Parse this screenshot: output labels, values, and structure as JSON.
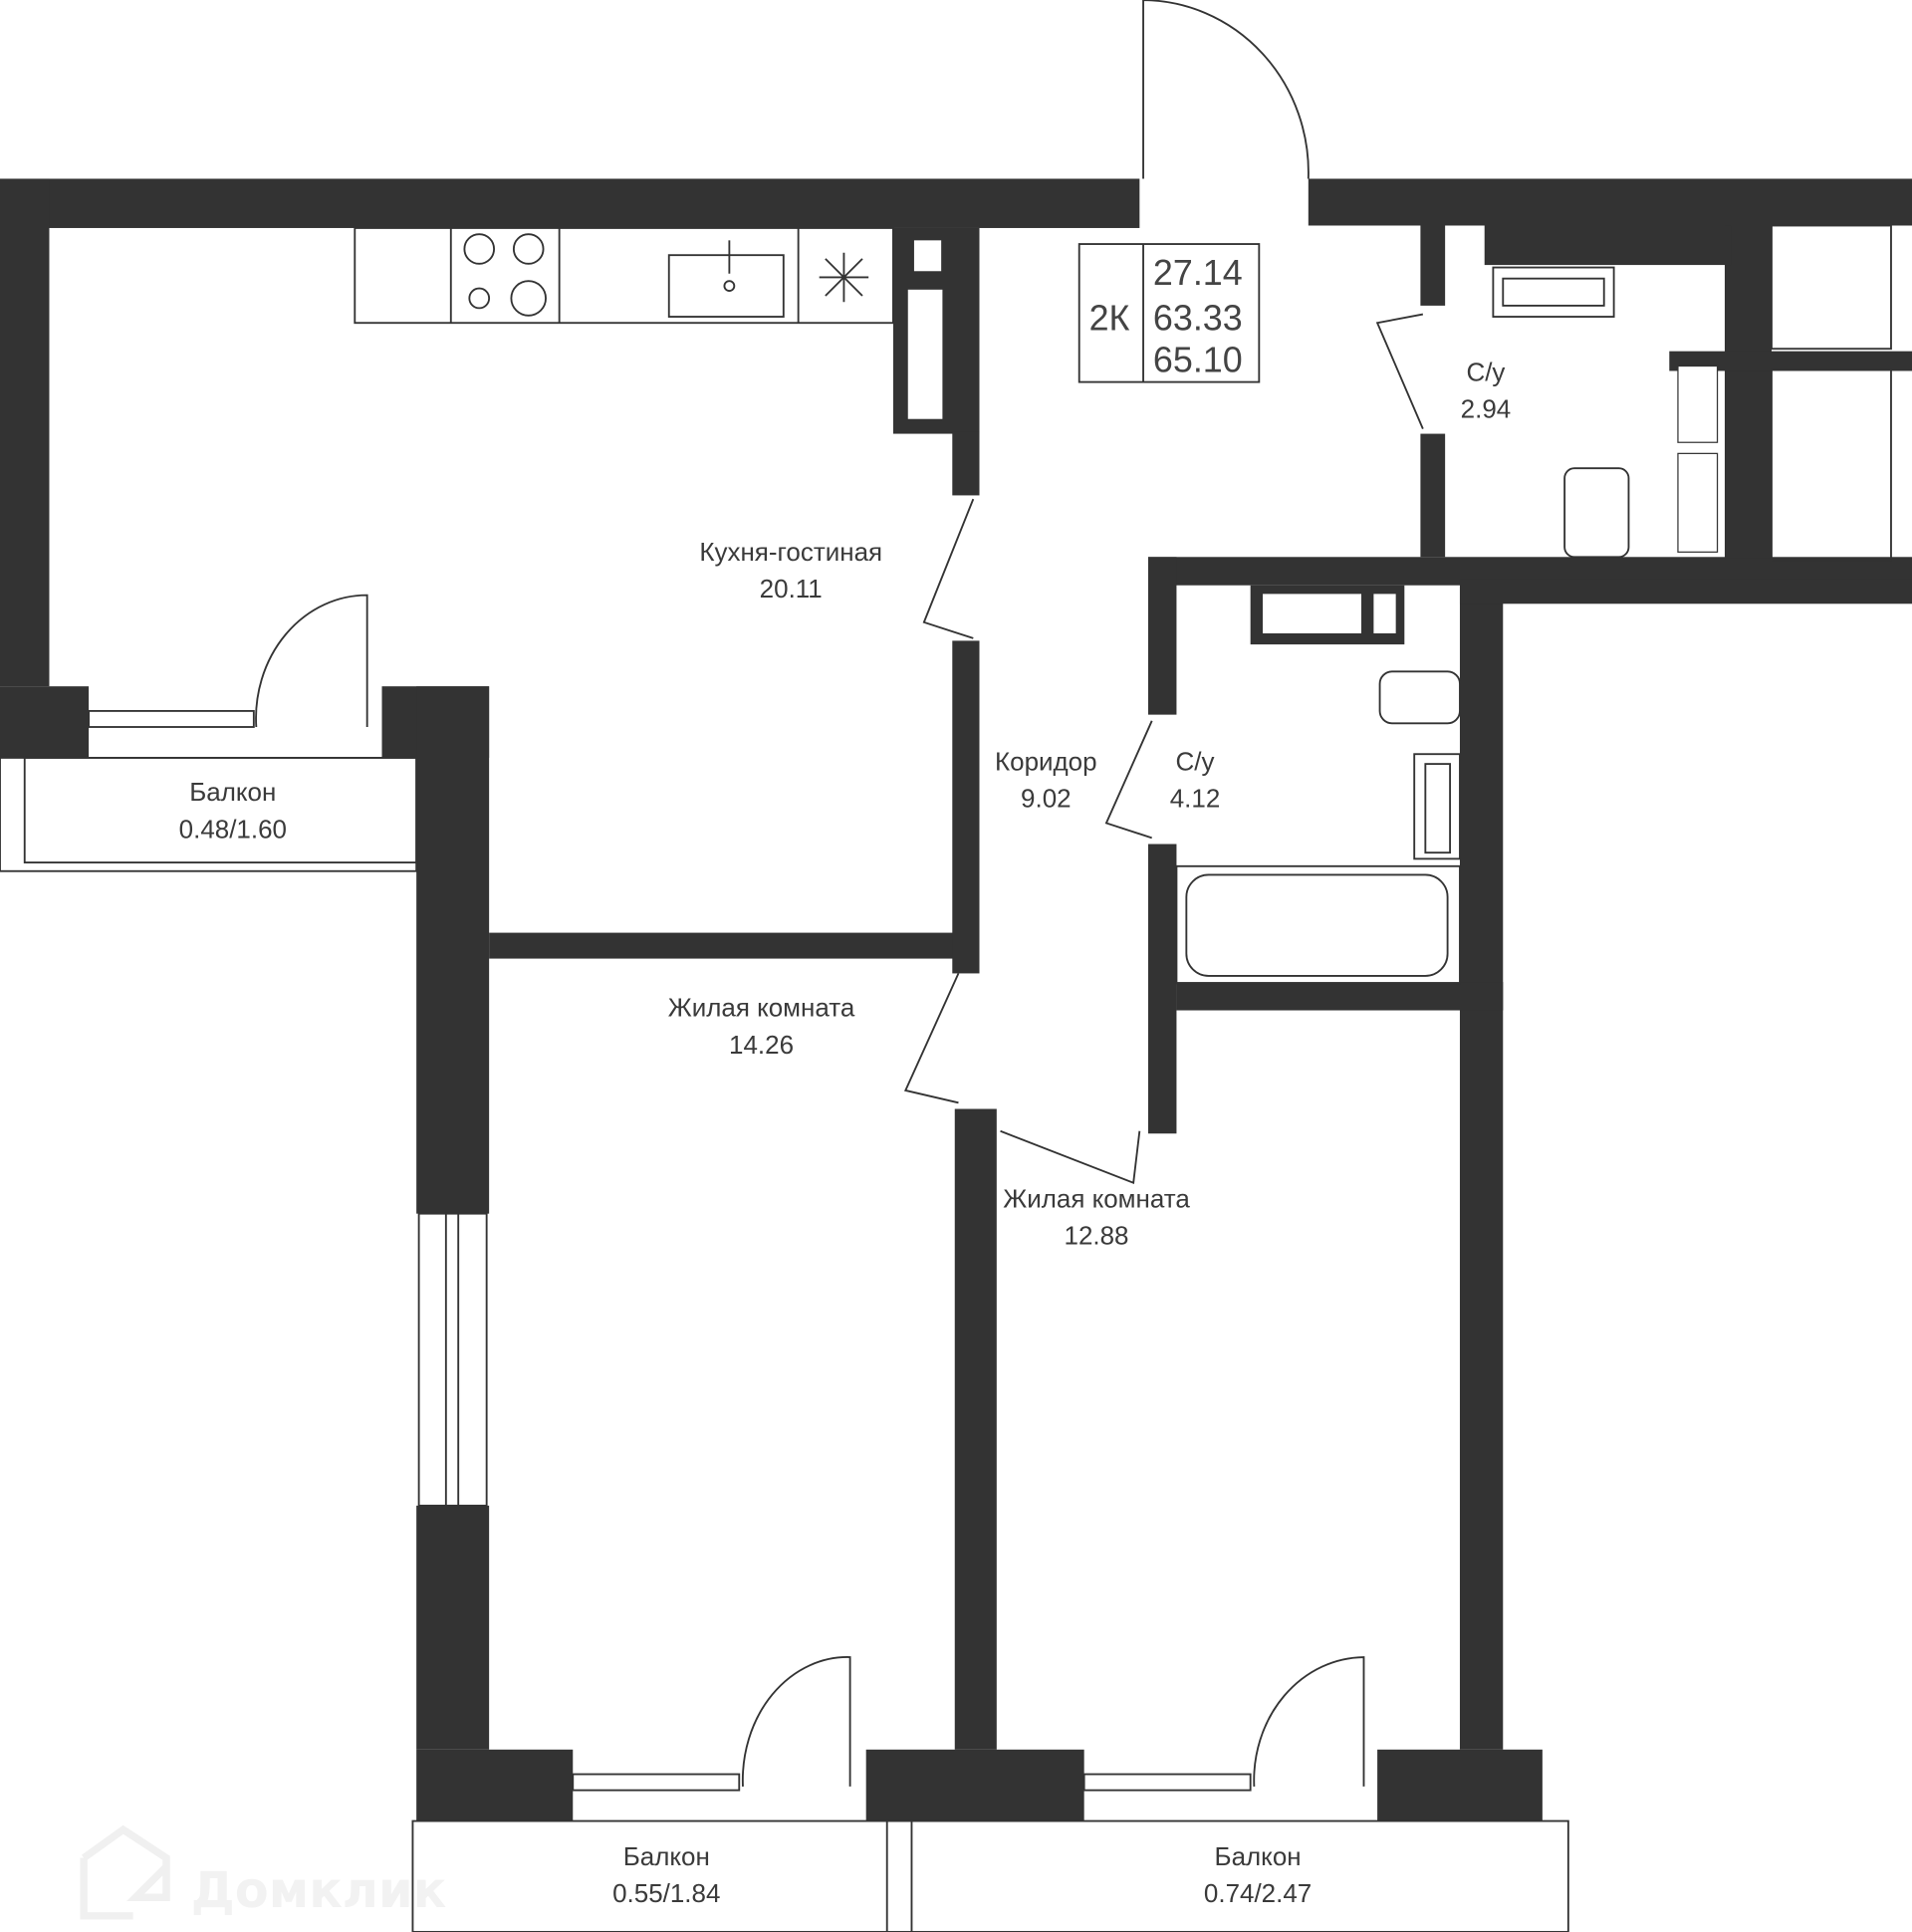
{
  "plan": {
    "type_label": "2К",
    "areas": {
      "living": "27.14",
      "total": "63.33",
      "total_with_balconies": "65.10"
    },
    "rooms": [
      {
        "name": "Кухня-гостиная",
        "area": "20.11"
      },
      {
        "name": "Коридор",
        "area": "9.02"
      },
      {
        "name": "С/у",
        "area": "2.94"
      },
      {
        "name": "С/у",
        "area": "4.12"
      },
      {
        "name": "Жилая комната",
        "area": "14.26"
      },
      {
        "name": "Жилая комната",
        "area": "12.88"
      },
      {
        "name": "Балкон",
        "area": "0.48/1.60"
      },
      {
        "name": "Балкон",
        "area": "0.55/1.84"
      },
      {
        "name": "Балкон",
        "area": "0.74/2.47"
      }
    ]
  },
  "watermark": "Домклик",
  "colors": {
    "wall": "#333333",
    "text": "#3a3a3a"
  }
}
